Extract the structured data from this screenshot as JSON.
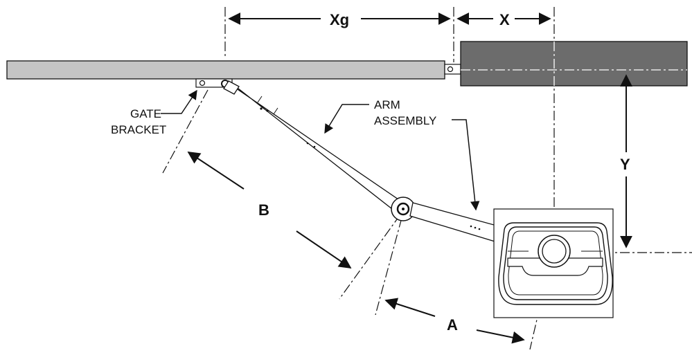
{
  "labels": {
    "gate_bracket_line1": "GATE",
    "gate_bracket_line2": "BRACKET",
    "arm_assembly_line1": "ARM",
    "arm_assembly_line2": "ASSEMBLY"
  },
  "dimensions": {
    "xg": "Xg",
    "x": "X",
    "y": "Y",
    "a": "A",
    "b": "B"
  },
  "colors": {
    "gate": "#c4c4c4",
    "pillar": "#6c6c6c",
    "line": "#111111"
  }
}
